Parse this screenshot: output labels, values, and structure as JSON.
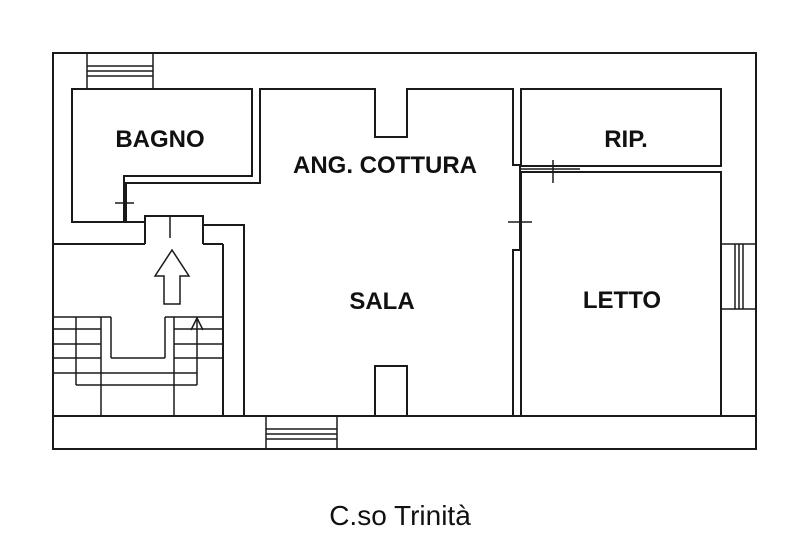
{
  "plan": {
    "rooms": [
      {
        "id": "bagno",
        "label": "BAGNO",
        "color": "#FFF200"
      },
      {
        "id": "ang_cottura",
        "label": "ANG. COTTURA",
        "color": "#FFA8C5"
      },
      {
        "id": "sala",
        "label": "SALA",
        "color": "#FFA8C5"
      },
      {
        "id": "rip",
        "label": "RIP.",
        "color": "#C3C3C3"
      },
      {
        "id": "letto",
        "label": "LETTO",
        "color": "#99D8EA"
      }
    ],
    "street_label": "C.so Trinità",
    "colors": {
      "wall": "#1a1a1a",
      "background": "#ffffff"
    }
  }
}
